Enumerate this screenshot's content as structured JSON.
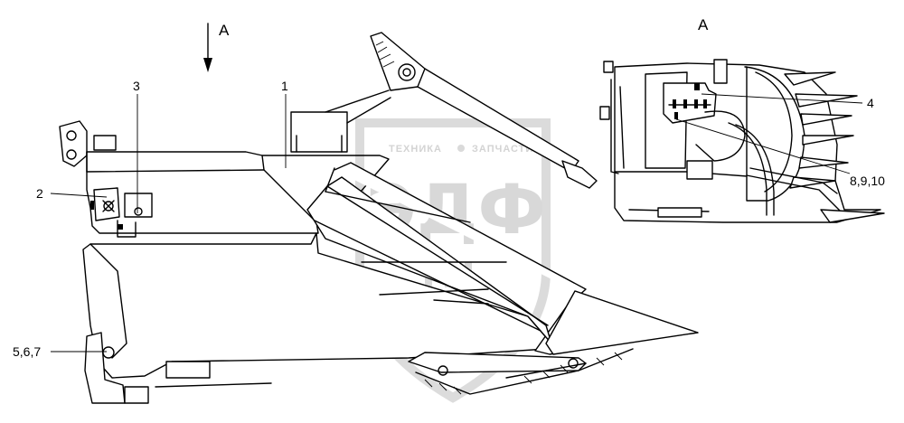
{
  "view_label_main": "A",
  "view_label_detail": "A",
  "callouts": {
    "c1": "1",
    "c2": "2",
    "c3": "3",
    "c4": "4",
    "c567": "5,6,7",
    "c8910": "8,9,10"
  },
  "watermark": {
    "line1": "ТЕХНИКА",
    "line2": "ЗАПЧАСТИ",
    "logo": "ЭДФ"
  }
}
